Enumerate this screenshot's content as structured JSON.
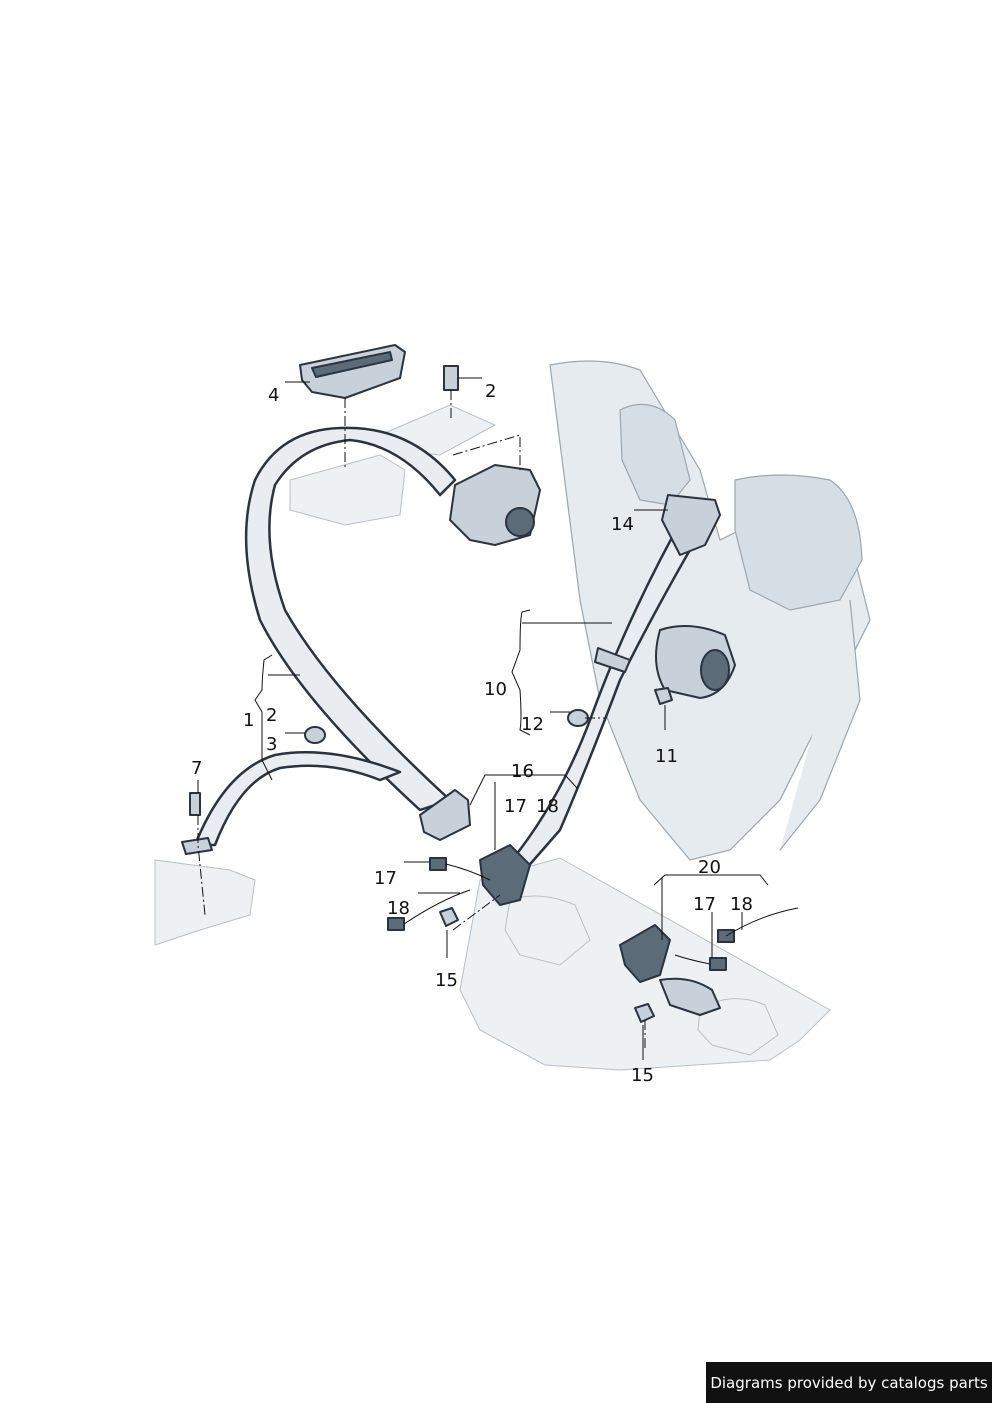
{
  "callouts": [
    {
      "id": "c4",
      "text": "4"
    },
    {
      "id": "c2a",
      "text": "2"
    },
    {
      "id": "c14",
      "text": "14"
    },
    {
      "id": "c10",
      "text": "10"
    },
    {
      "id": "c12",
      "text": "12"
    },
    {
      "id": "c11",
      "text": "11"
    },
    {
      "id": "c1",
      "text": "1"
    },
    {
      "id": "c2b",
      "text": "2"
    },
    {
      "id": "c3",
      "text": "3"
    },
    {
      "id": "c7",
      "text": "7"
    },
    {
      "id": "c16",
      "text": "16"
    },
    {
      "id": "c17a",
      "text": "17"
    },
    {
      "id": "c18a",
      "text": "18"
    },
    {
      "id": "c17b",
      "text": "17"
    },
    {
      "id": "c18b",
      "text": "18"
    },
    {
      "id": "c15a",
      "text": "15"
    },
    {
      "id": "c20",
      "text": "20"
    },
    {
      "id": "c17c",
      "text": "17"
    },
    {
      "id": "c18c",
      "text": "18"
    },
    {
      "id": "c15b",
      "text": "15"
    }
  ],
  "credit": "Diagrams provided by catalogs parts"
}
